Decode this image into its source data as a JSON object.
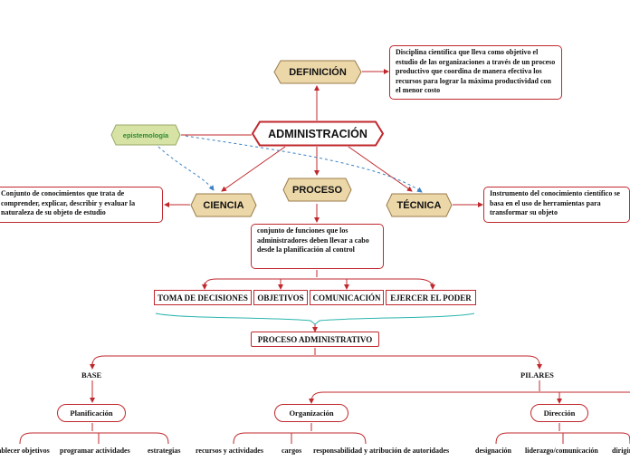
{
  "main": {
    "title": "ADMINISTRACIÓN",
    "definicion": "DEFINICIÓN",
    "epistemologia": "epistemología",
    "proceso": "PROCESO",
    "ciencia": "CIENCIA",
    "tecnica": "TÉCNICA"
  },
  "notes": {
    "definicion": "Disciplina científica que lleva como objetivo el estudio de las organizaciones a través de un proceso productivo que coordina de manera efectiva los recursos para lograr la máxima productividad con el menor costo",
    "ciencia": "Conjunto de conocimientos que trata de comprender, explicar, describir y evaluar la naturaleza de su objeto de estudio",
    "tecnica": "Instrumento del conocimiento científico se basa en el uso de herramientas para transformar su objeto",
    "proceso": "conjunto de funciones que los administradores deben llevar a cabo desde la planificación al control"
  },
  "functions": [
    "TOMA DE DECISIONES",
    "OBJETIVOS",
    "COMUNICACIÓN",
    "EJERCER EL PODER"
  ],
  "proceso_administrativo": "PROCESO ADMINISTRATIVO",
  "base": "BASE",
  "pilares": "PILARES",
  "phases": {
    "planificacion": "Planificación",
    "organizacion": "Organización",
    "direccion": "Dirección"
  },
  "bottom": {
    "planificacion": [
      "establecer objetivos",
      "programar actividades",
      "estrategias"
    ],
    "organizacion": [
      "recursos y actividades",
      "cargos",
      "responsabilidad y atribución de autoridades"
    ],
    "direccion": [
      "designación",
      "liderazgo/comunicación",
      "dirigir"
    ]
  },
  "colors": {
    "line": "#c0282d",
    "hex_fill": "#ecd7a9",
    "hex_border": "#9a7b4a",
    "dashed": "#3b82c4",
    "teal": "#2bb5ad",
    "epis_fill": "#d6e3a5",
    "epis_text": "#2e8b2e"
  }
}
